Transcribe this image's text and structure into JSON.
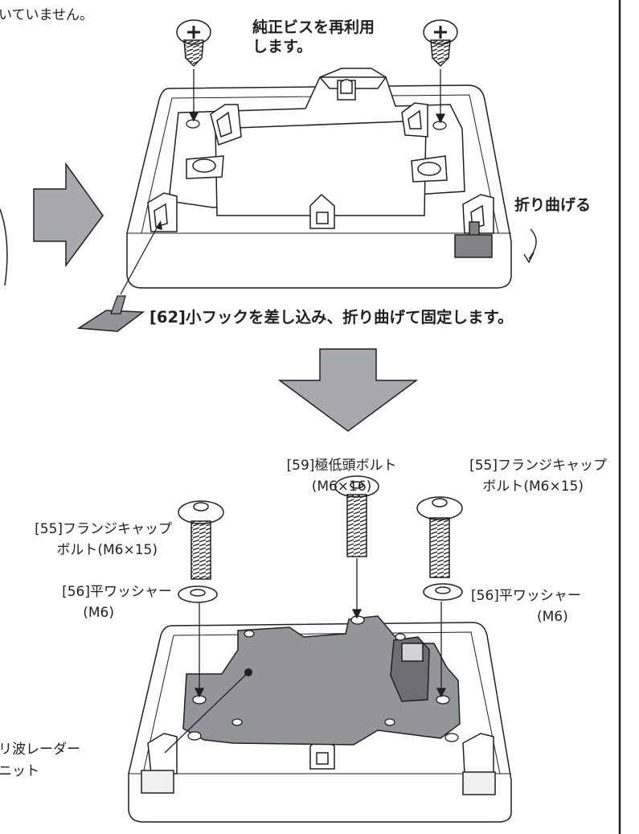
{
  "texts": {
    "top_cut_note": "いていません。",
    "reuse_screw_line1": "純正ビスを再利用",
    "reuse_screw_line2": "します。",
    "bend_label": "折り曲げる",
    "step_caption": "[62]小フックを差し込み、折り曲げて固定します。",
    "bolt_59_line1": "[59]極低頭ボルト",
    "bolt_59_line2": "(M6×16)",
    "bolt_55_right_line1": "[55]フランジキャップ",
    "bolt_55_right_line2": "ボルト(M6×15)",
    "bolt_55_left_line1": "[55]フランジキャップ",
    "bolt_55_left_line2": "ボルト(M6×15)",
    "washer_56_left_line1": "[56]平ワッシャー",
    "washer_56_left_line2": "(M6)",
    "washer_56_right_line1": "[56]平ワッシャー",
    "washer_56_right_line2": "(M6)",
    "radar_unit_line1": "リ波レーダー",
    "radar_unit_line2": "ニット"
  },
  "colors": {
    "line": "#231f20",
    "arrow_fill": "#a7a9ac",
    "part_fill": "#939598",
    "bracket_fill": "#8a8c8e",
    "hook_fill": "#808285",
    "light_fill": "#f1f1f2"
  },
  "icons": [
    "screw-icon",
    "flange-bolt-icon",
    "low-head-bolt-icon",
    "washer-icon",
    "arrow-right-icon",
    "arrow-down-icon"
  ]
}
